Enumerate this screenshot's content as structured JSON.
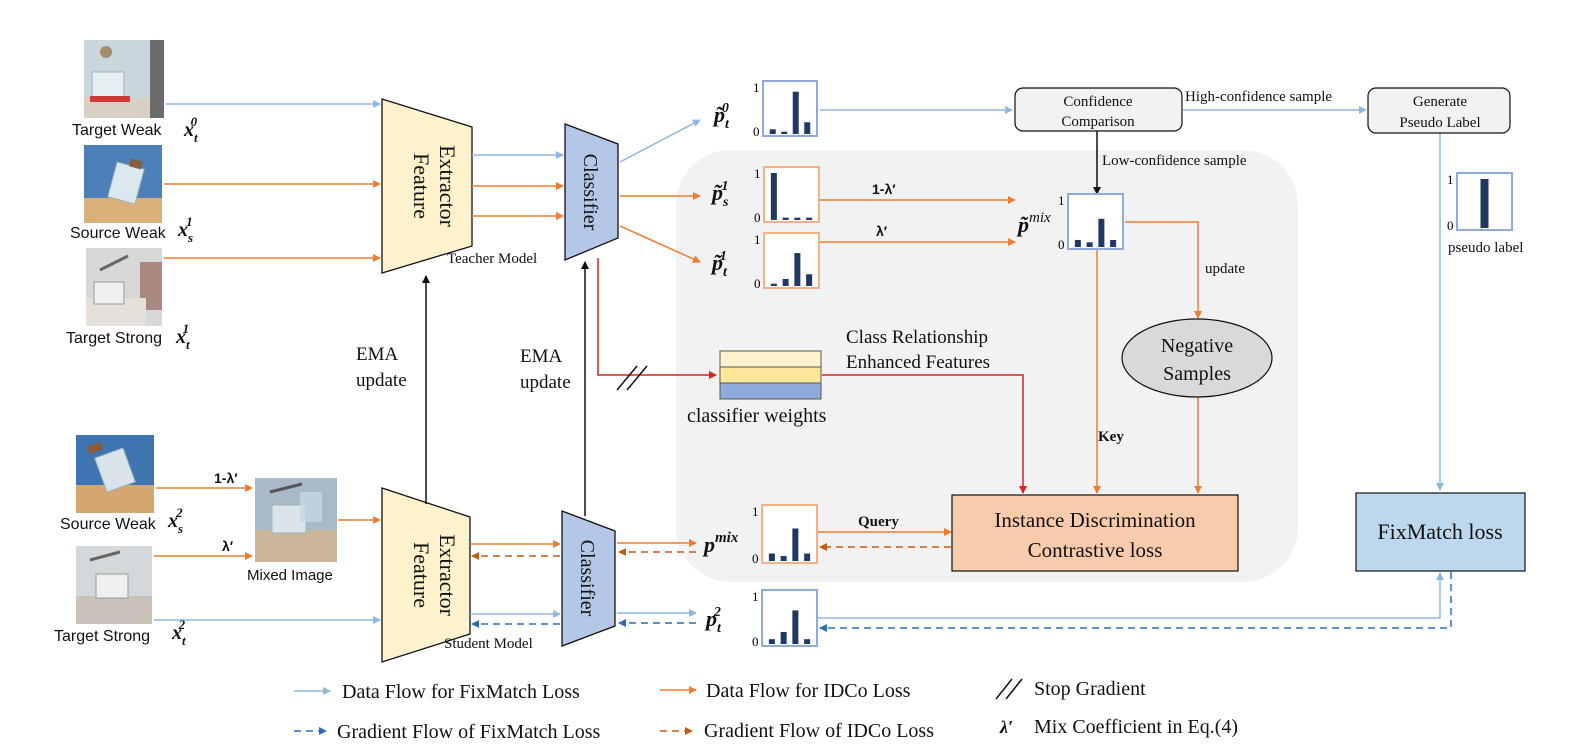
{
  "inputs": {
    "target_weak": {
      "label": "Target Weak",
      "var": "x",
      "sub": "t",
      "sup": "0"
    },
    "source_weak_top": {
      "label": "Source Weak",
      "var": "x",
      "sub": "s",
      "sup": "1"
    },
    "target_strong_top": {
      "label": "Target Strong",
      "var": "x",
      "sub": "t",
      "sup": "1"
    },
    "source_weak_bottom": {
      "label": "Source Weak",
      "var": "x",
      "sub": "s",
      "sup": "2"
    },
    "target_strong_bottom": {
      "label": "Target Strong",
      "var": "x",
      "sub": "t",
      "sup": "2"
    },
    "mixed_image": "Mixed Image"
  },
  "mix_labels": {
    "one_minus_lambda": "1-λ′",
    "lambda": "λ′"
  },
  "modules": {
    "feature_extractor": "Feature Extractor",
    "classifier": "Classifier",
    "teacher_model": "Teacher Model",
    "student_model": "Student Model",
    "ema_update": "EMA update"
  },
  "predictions": {
    "p_t0": {
      "sub": "t",
      "sup": "0",
      "bars": [
        0.1,
        0.05,
        0.9,
        0.25
      ],
      "axis_top": "1",
      "axis_bottom": "0"
    },
    "p_s1": {
      "sub": "s",
      "sup": "1",
      "bars": [
        1.0,
        0.05,
        0.05,
        0.05
      ],
      "axis_top": "1",
      "axis_bottom": "0"
    },
    "p_t1": {
      "sub": "t",
      "sup": "1",
      "bars": [
        0.05,
        0.15,
        0.7,
        0.25
      ],
      "axis_top": "1",
      "axis_bottom": "0"
    },
    "p_mix_tilde": {
      "sup": "mix",
      "bars": [
        0.15,
        0.1,
        0.6,
        0.15
      ],
      "axis_top": "1",
      "axis_bottom": "0"
    },
    "p_mix": {
      "sup": "mix",
      "bars": [
        0.15,
        0.1,
        0.65,
        0.15
      ],
      "axis_top": "1",
      "axis_bottom": "0"
    },
    "p_t2": {
      "sub": "t",
      "sup": "2",
      "bars": [
        0.1,
        0.25,
        0.7,
        0.1
      ],
      "axis_top": "1",
      "axis_bottom": "0"
    },
    "pseudo": {
      "bars": [
        1.0
      ],
      "axis_top": "1",
      "axis_bottom": "0",
      "label": "pseudo label"
    }
  },
  "edges": {
    "high_conf": "High-confidence sample",
    "low_conf": "Low-confidence sample",
    "update": "update",
    "key": "Key",
    "query": "Query"
  },
  "boxes": {
    "confidence_comparison": "Confidence Comparison",
    "generate_pseudo_label": "Generate Pseudo Label",
    "negative_samples": "Negative Samples",
    "idco_loss": "Instance Discrimination Contrastive loss",
    "fixmatch_loss": "FixMatch loss",
    "classifier_weights": "classifier weights",
    "class_relationship": "Class Relationship Enhanced Features"
  },
  "legend": {
    "data_fixmatch": "Data Flow for FixMatch Loss",
    "data_idco": "Data Flow for IDCo Loss",
    "stop_gradient": "Stop Gradient",
    "grad_fixmatch": "Gradient Flow of FixMatch Loss",
    "grad_idco": "Gradient Flow of IDCo Loss",
    "mix_coeff_symbol": "λ′",
    "mix_coeff": "Mix Coefficient in Eq.(4)"
  },
  "colors": {
    "blue_flow": "#8db8e0",
    "blue_grad": "#2e6db5",
    "orange_flow": "#ed7d31",
    "orange_grad": "#c55a11",
    "red": "#e02020",
    "feature_fill": "#fff2cc",
    "classifier_fill": "#b4c7e7",
    "idco_fill": "#f8cbad",
    "fixmatch_fill": "#bdd7ee",
    "gray_panel": "#f2f2f2",
    "bar": "#1f3864"
  }
}
